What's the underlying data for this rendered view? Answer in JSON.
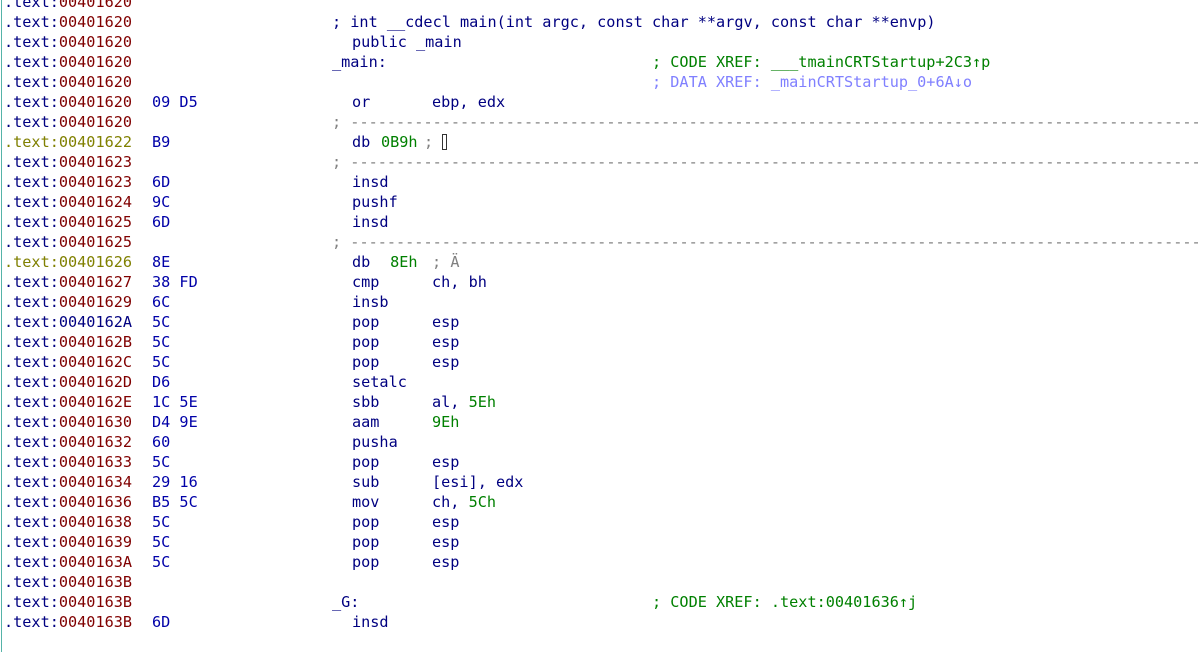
{
  "header": {
    "prototype": "; int __cdecl main(int argc, const char **argv, const char **envp)",
    "public": "public _main"
  },
  "labels": {
    "main": "_main:",
    "g": "_G:"
  },
  "xrefs": {
    "main_code": "; CODE XREF: ___tmainCRTStartup+2C3↑p",
    "main_data": "; DATA XREF: _mainCRTStartup_0+6A↓o",
    "g_code": "; CODE XREF: .text:00401636↑j"
  },
  "separator": ";",
  "rows": [
    {
      "seg": ".text",
      "addr": "00401620",
      "bytes": "",
      "kind": "partial"
    },
    {
      "seg": ".text",
      "addr": "00401620",
      "bytes": "",
      "kind": "prototype"
    },
    {
      "seg": ".text",
      "addr": "00401620",
      "bytes": "",
      "kind": "public"
    },
    {
      "seg": ".text",
      "addr": "00401620",
      "bytes": "",
      "kind": "label_main"
    },
    {
      "seg": ".text",
      "addr": "00401620",
      "bytes": "",
      "kind": "xref_main_data"
    },
    {
      "seg": ".text",
      "addr": "00401620",
      "bytes": "09 D5",
      "kind": "insn",
      "mnem": "or",
      "ops": "ebp, edx"
    },
    {
      "seg": ".text",
      "addr": "00401620",
      "bytes": "",
      "kind": "sep"
    },
    {
      "seg": ".text",
      "addr": "00401622",
      "bytes": "B9",
      "kind": "db",
      "undef": true,
      "mnem": "db",
      "val": "0B9h",
      "comment": ";",
      "glyph": "cursor"
    },
    {
      "seg": ".text",
      "addr": "00401623",
      "bytes": "",
      "kind": "sep"
    },
    {
      "seg": ".text",
      "addr": "00401623",
      "bytes": "6D",
      "kind": "insn",
      "mnem": "insd",
      "ops": ""
    },
    {
      "seg": ".text",
      "addr": "00401624",
      "bytes": "9C",
      "kind": "insn",
      "mnem": "pushf",
      "ops": ""
    },
    {
      "seg": ".text",
      "addr": "00401625",
      "bytes": "6D",
      "kind": "insn",
      "mnem": "insd",
      "ops": ""
    },
    {
      "seg": ".text",
      "addr": "00401625",
      "bytes": "",
      "kind": "sep"
    },
    {
      "seg": ".text",
      "addr": "00401626",
      "bytes": "8E",
      "kind": "db",
      "undef": true,
      "mnem": "db",
      "val": " 8Eh",
      "comment": ";",
      "glyph": "Ä"
    },
    {
      "seg": ".text",
      "addr": "00401627",
      "bytes": "38 FD",
      "kind": "insn",
      "mnem": "cmp",
      "ops": "ch, bh"
    },
    {
      "seg": ".text",
      "addr": "00401629",
      "bytes": "6C",
      "kind": "insn",
      "mnem": "insb",
      "ops": ""
    },
    {
      "seg": ".text",
      "addr": "0040162A",
      "bytes": "5C",
      "kind": "insn",
      "mnem": "pop",
      "ops": "esp",
      "addrBlue": true
    },
    {
      "seg": ".text",
      "addr": "0040162B",
      "bytes": "5C",
      "kind": "insn",
      "mnem": "pop",
      "ops": "esp"
    },
    {
      "seg": ".text",
      "addr": "0040162C",
      "bytes": "5C",
      "kind": "insn",
      "mnem": "pop",
      "ops": "esp"
    },
    {
      "seg": ".text",
      "addr": "0040162D",
      "bytes": "D6",
      "kind": "insn",
      "mnem": "setalc",
      "ops": ""
    },
    {
      "seg": ".text",
      "addr": "0040162E",
      "bytes": "1C 5E",
      "kind": "insn",
      "mnem": "sbb",
      "ops": "al, ",
      "opnum": "5Eh"
    },
    {
      "seg": ".text",
      "addr": "00401630",
      "bytes": "D4 9E",
      "kind": "insn",
      "mnem": "aam",
      "ops": "",
      "opnum": "9Eh"
    },
    {
      "seg": ".text",
      "addr": "00401632",
      "bytes": "60",
      "kind": "insn",
      "mnem": "pusha",
      "ops": ""
    },
    {
      "seg": ".text",
      "addr": "00401633",
      "bytes": "5C",
      "kind": "insn",
      "mnem": "pop",
      "ops": "esp"
    },
    {
      "seg": ".text",
      "addr": "00401634",
      "bytes": "29 16",
      "kind": "insn",
      "mnem": "sub",
      "ops": "[esi], edx"
    },
    {
      "seg": ".text",
      "addr": "00401636",
      "bytes": "B5 5C",
      "kind": "insn",
      "mnem": "mov",
      "ops": "ch, ",
      "opnum": "5Ch"
    },
    {
      "seg": ".text",
      "addr": "00401638",
      "bytes": "5C",
      "kind": "insn",
      "mnem": "pop",
      "ops": "esp"
    },
    {
      "seg": ".text",
      "addr": "00401639",
      "bytes": "5C",
      "kind": "insn",
      "mnem": "pop",
      "ops": "esp"
    },
    {
      "seg": ".text",
      "addr": "0040163A",
      "bytes": "5C",
      "kind": "insn",
      "mnem": "pop",
      "ops": "esp"
    },
    {
      "seg": ".text",
      "addr": "0040163B",
      "bytes": "",
      "kind": "blank"
    },
    {
      "seg": ".text",
      "addr": "0040163B",
      "bytes": "",
      "kind": "label_g"
    },
    {
      "seg": ".text",
      "addr": "0040163B",
      "bytes": "6D",
      "kind": "insn",
      "mnem": "insd",
      "ops": ""
    }
  ],
  "colors": {
    "segment": "#000080",
    "address": "#800000",
    "undefined": "#808000",
    "bytes": "#0000a8",
    "code": "#000080",
    "code_xref": "#008000",
    "data_xref": "#8080ff",
    "number": "#008000",
    "separator": "#808080",
    "margin": "#55b3a8"
  }
}
